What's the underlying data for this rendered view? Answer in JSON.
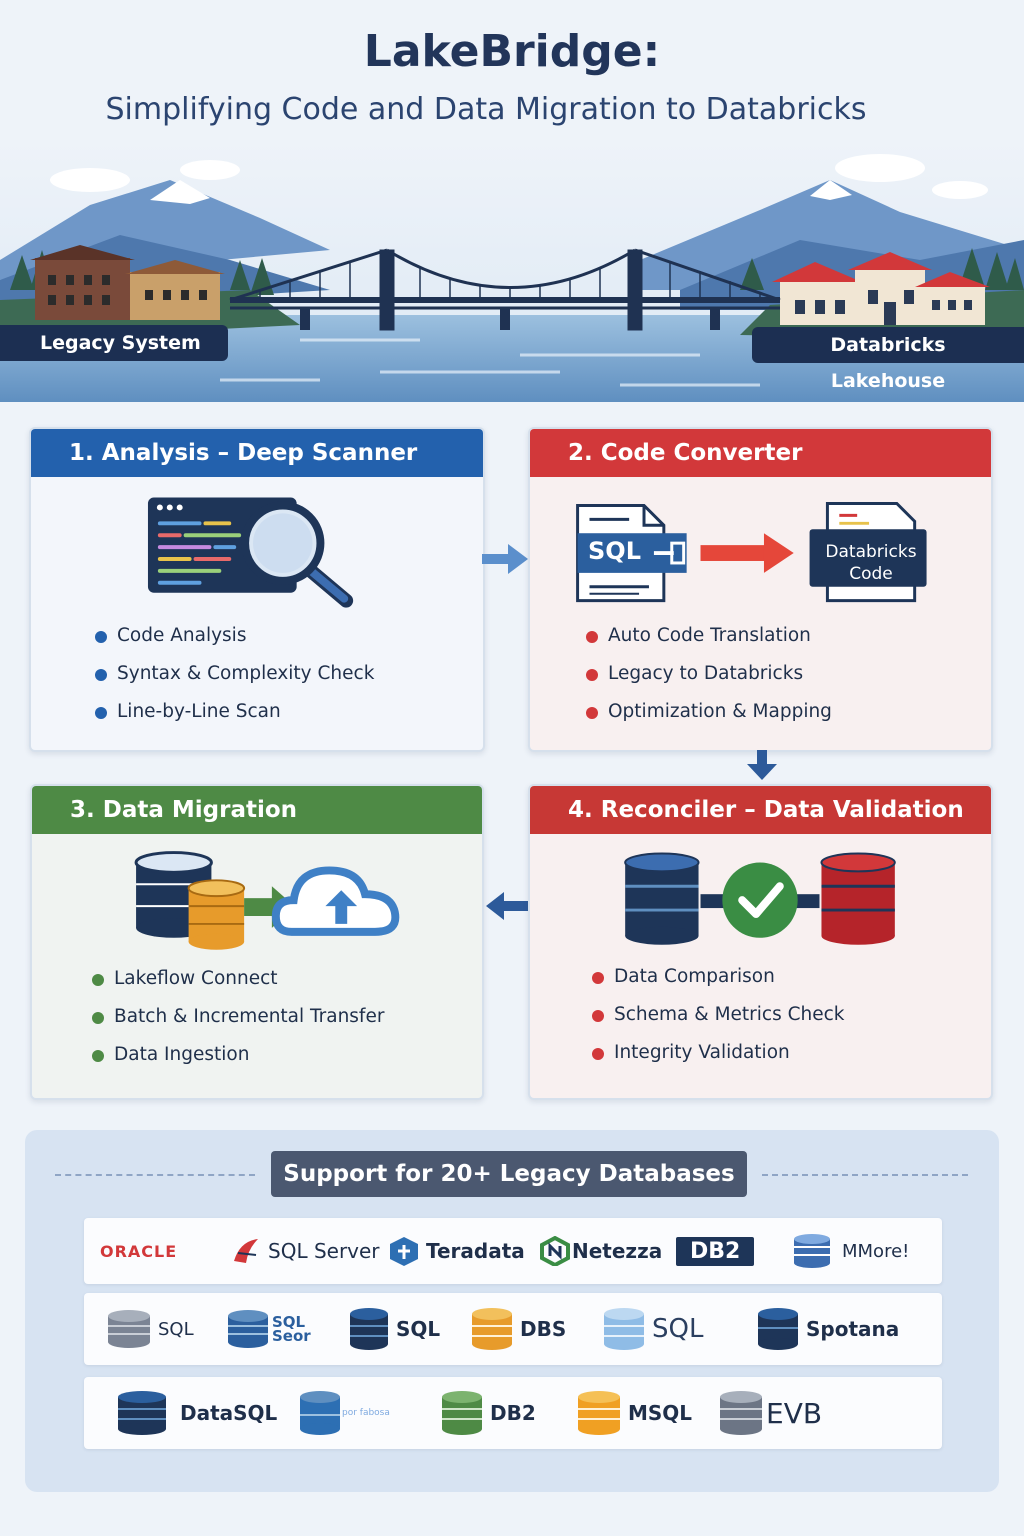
{
  "header": {
    "title": "LakeBridge:",
    "subtitle": "Simplifying Code and Data Migration to Databricks"
  },
  "hero": {
    "left_label": "Legacy System",
    "right_label": "Databricks Lakehouse"
  },
  "steps": [
    {
      "title": "1. Analysis – Deep Scanner",
      "bullets": [
        "Code Analysis",
        "Syntax & Complexity Check",
        "Line-by-Line Scan"
      ]
    },
    {
      "title": "2. Code Converter",
      "illustration": {
        "source_label": "SQL",
        "target_label": "Databricks Code"
      },
      "bullets": [
        "Auto Code Translation",
        "Legacy to Databricks",
        "Optimization & Mapping"
      ]
    },
    {
      "title": "3. Data Migration",
      "bullets": [
        "Lakeflow Connect",
        "Batch & Incremental Transfer",
        "Data Ingestion"
      ]
    },
    {
      "title": "4. Reconciler – Data Validation",
      "bullets": [
        "Data Comparison",
        "Schema & Metrics Check",
        "Integrity Validation"
      ]
    }
  ],
  "support": {
    "banner": "Support for 20+ Legacy Databases",
    "row1": [
      "ORACLE",
      "SQL Server",
      "Teradata",
      "Netezza",
      "DB2",
      "MMore!"
    ],
    "row2": [
      "SQL",
      "SQL Seor",
      "SQL",
      "DBS",
      "SQL",
      "Spotana"
    ],
    "row3": [
      "DataSQL",
      "por fabosa",
      "DB2",
      "MSQL",
      "EVB"
    ]
  },
  "colors": {
    "analysis": "#2361ad",
    "converter": "#d2383a",
    "migration": "#4e8a45",
    "reconciler": "#c73835",
    "navy": "#1c2f52"
  }
}
